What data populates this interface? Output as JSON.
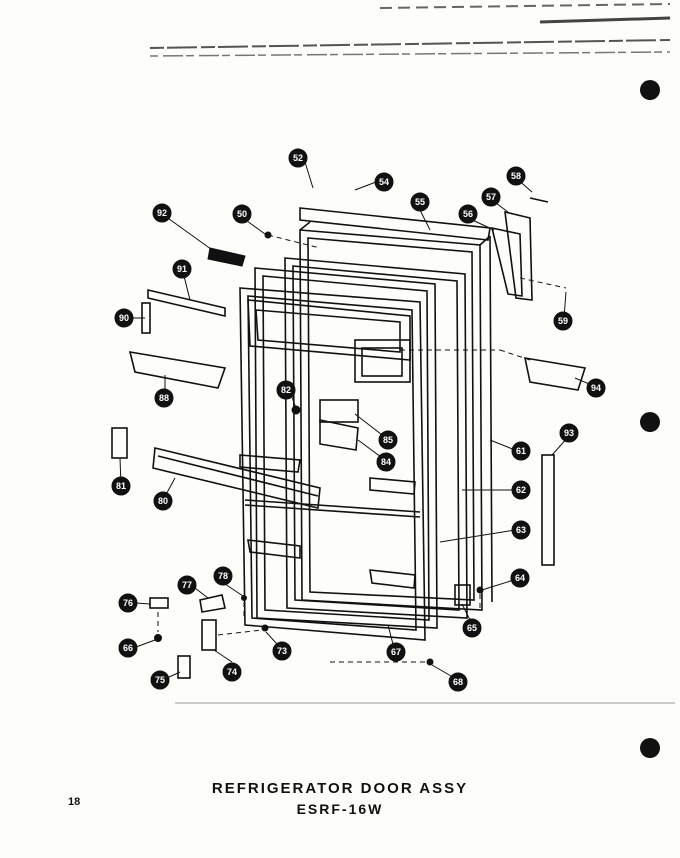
{
  "title": {
    "line1": "REFRIGERATOR DOOR ASSY",
    "line2": "ESRF-16W"
  },
  "page_number": "18",
  "callouts": [
    {
      "label": "52"
    },
    {
      "label": "54"
    },
    {
      "label": "55"
    },
    {
      "label": "58"
    },
    {
      "label": "57"
    },
    {
      "label": "56"
    },
    {
      "label": "59"
    },
    {
      "label": "92"
    },
    {
      "label": "50"
    },
    {
      "label": "91"
    },
    {
      "label": "90"
    },
    {
      "label": "88"
    },
    {
      "label": "82"
    },
    {
      "label": "85"
    },
    {
      "label": "84"
    },
    {
      "label": "94"
    },
    {
      "label": "61"
    },
    {
      "label": "93"
    },
    {
      "label": "62"
    },
    {
      "label": "63"
    },
    {
      "label": "81"
    },
    {
      "label": "80"
    },
    {
      "label": "64"
    },
    {
      "label": "65"
    },
    {
      "label": "78"
    },
    {
      "label": "77"
    },
    {
      "label": "76"
    },
    {
      "label": "73"
    },
    {
      "label": "66"
    },
    {
      "label": "74"
    },
    {
      "label": "75"
    },
    {
      "label": "67"
    },
    {
      "label": "68"
    }
  ]
}
